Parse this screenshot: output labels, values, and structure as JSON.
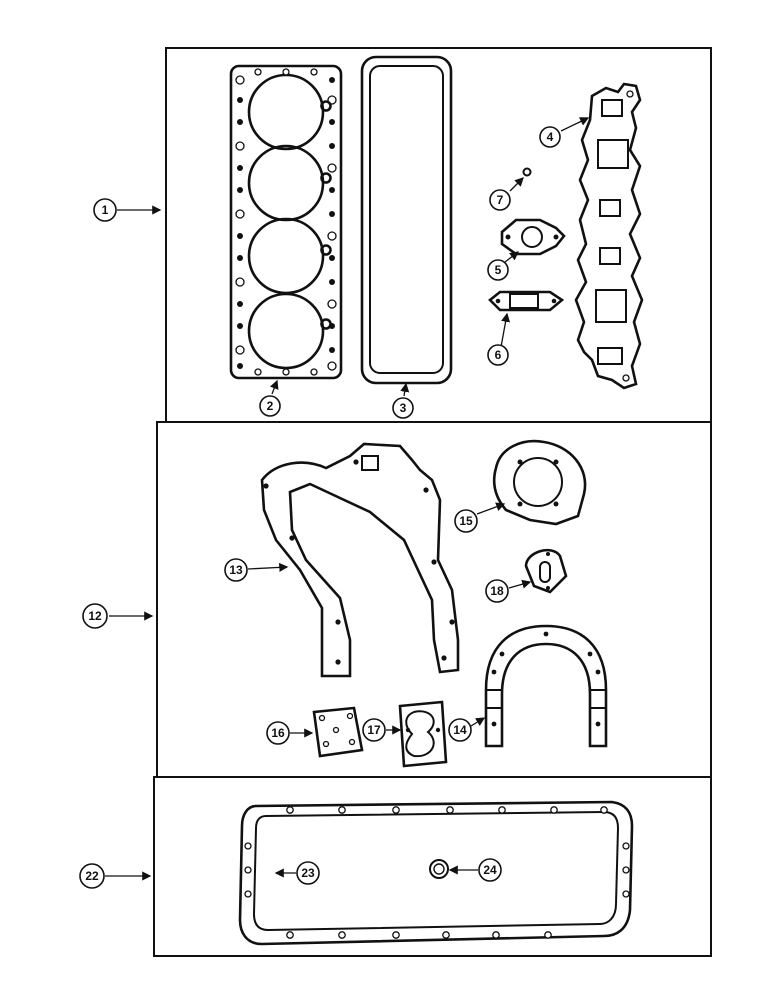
{
  "callouts": {
    "c1": "1",
    "c2": "2",
    "c3": "3",
    "c4": "4",
    "c5": "5",
    "c6": "6",
    "c7": "7",
    "c12": "12",
    "c13": "13",
    "c14": "14",
    "c15": "15",
    "c16": "16",
    "c17": "17",
    "c18": "18",
    "c22": "22",
    "c23": "23",
    "c24": "24"
  }
}
